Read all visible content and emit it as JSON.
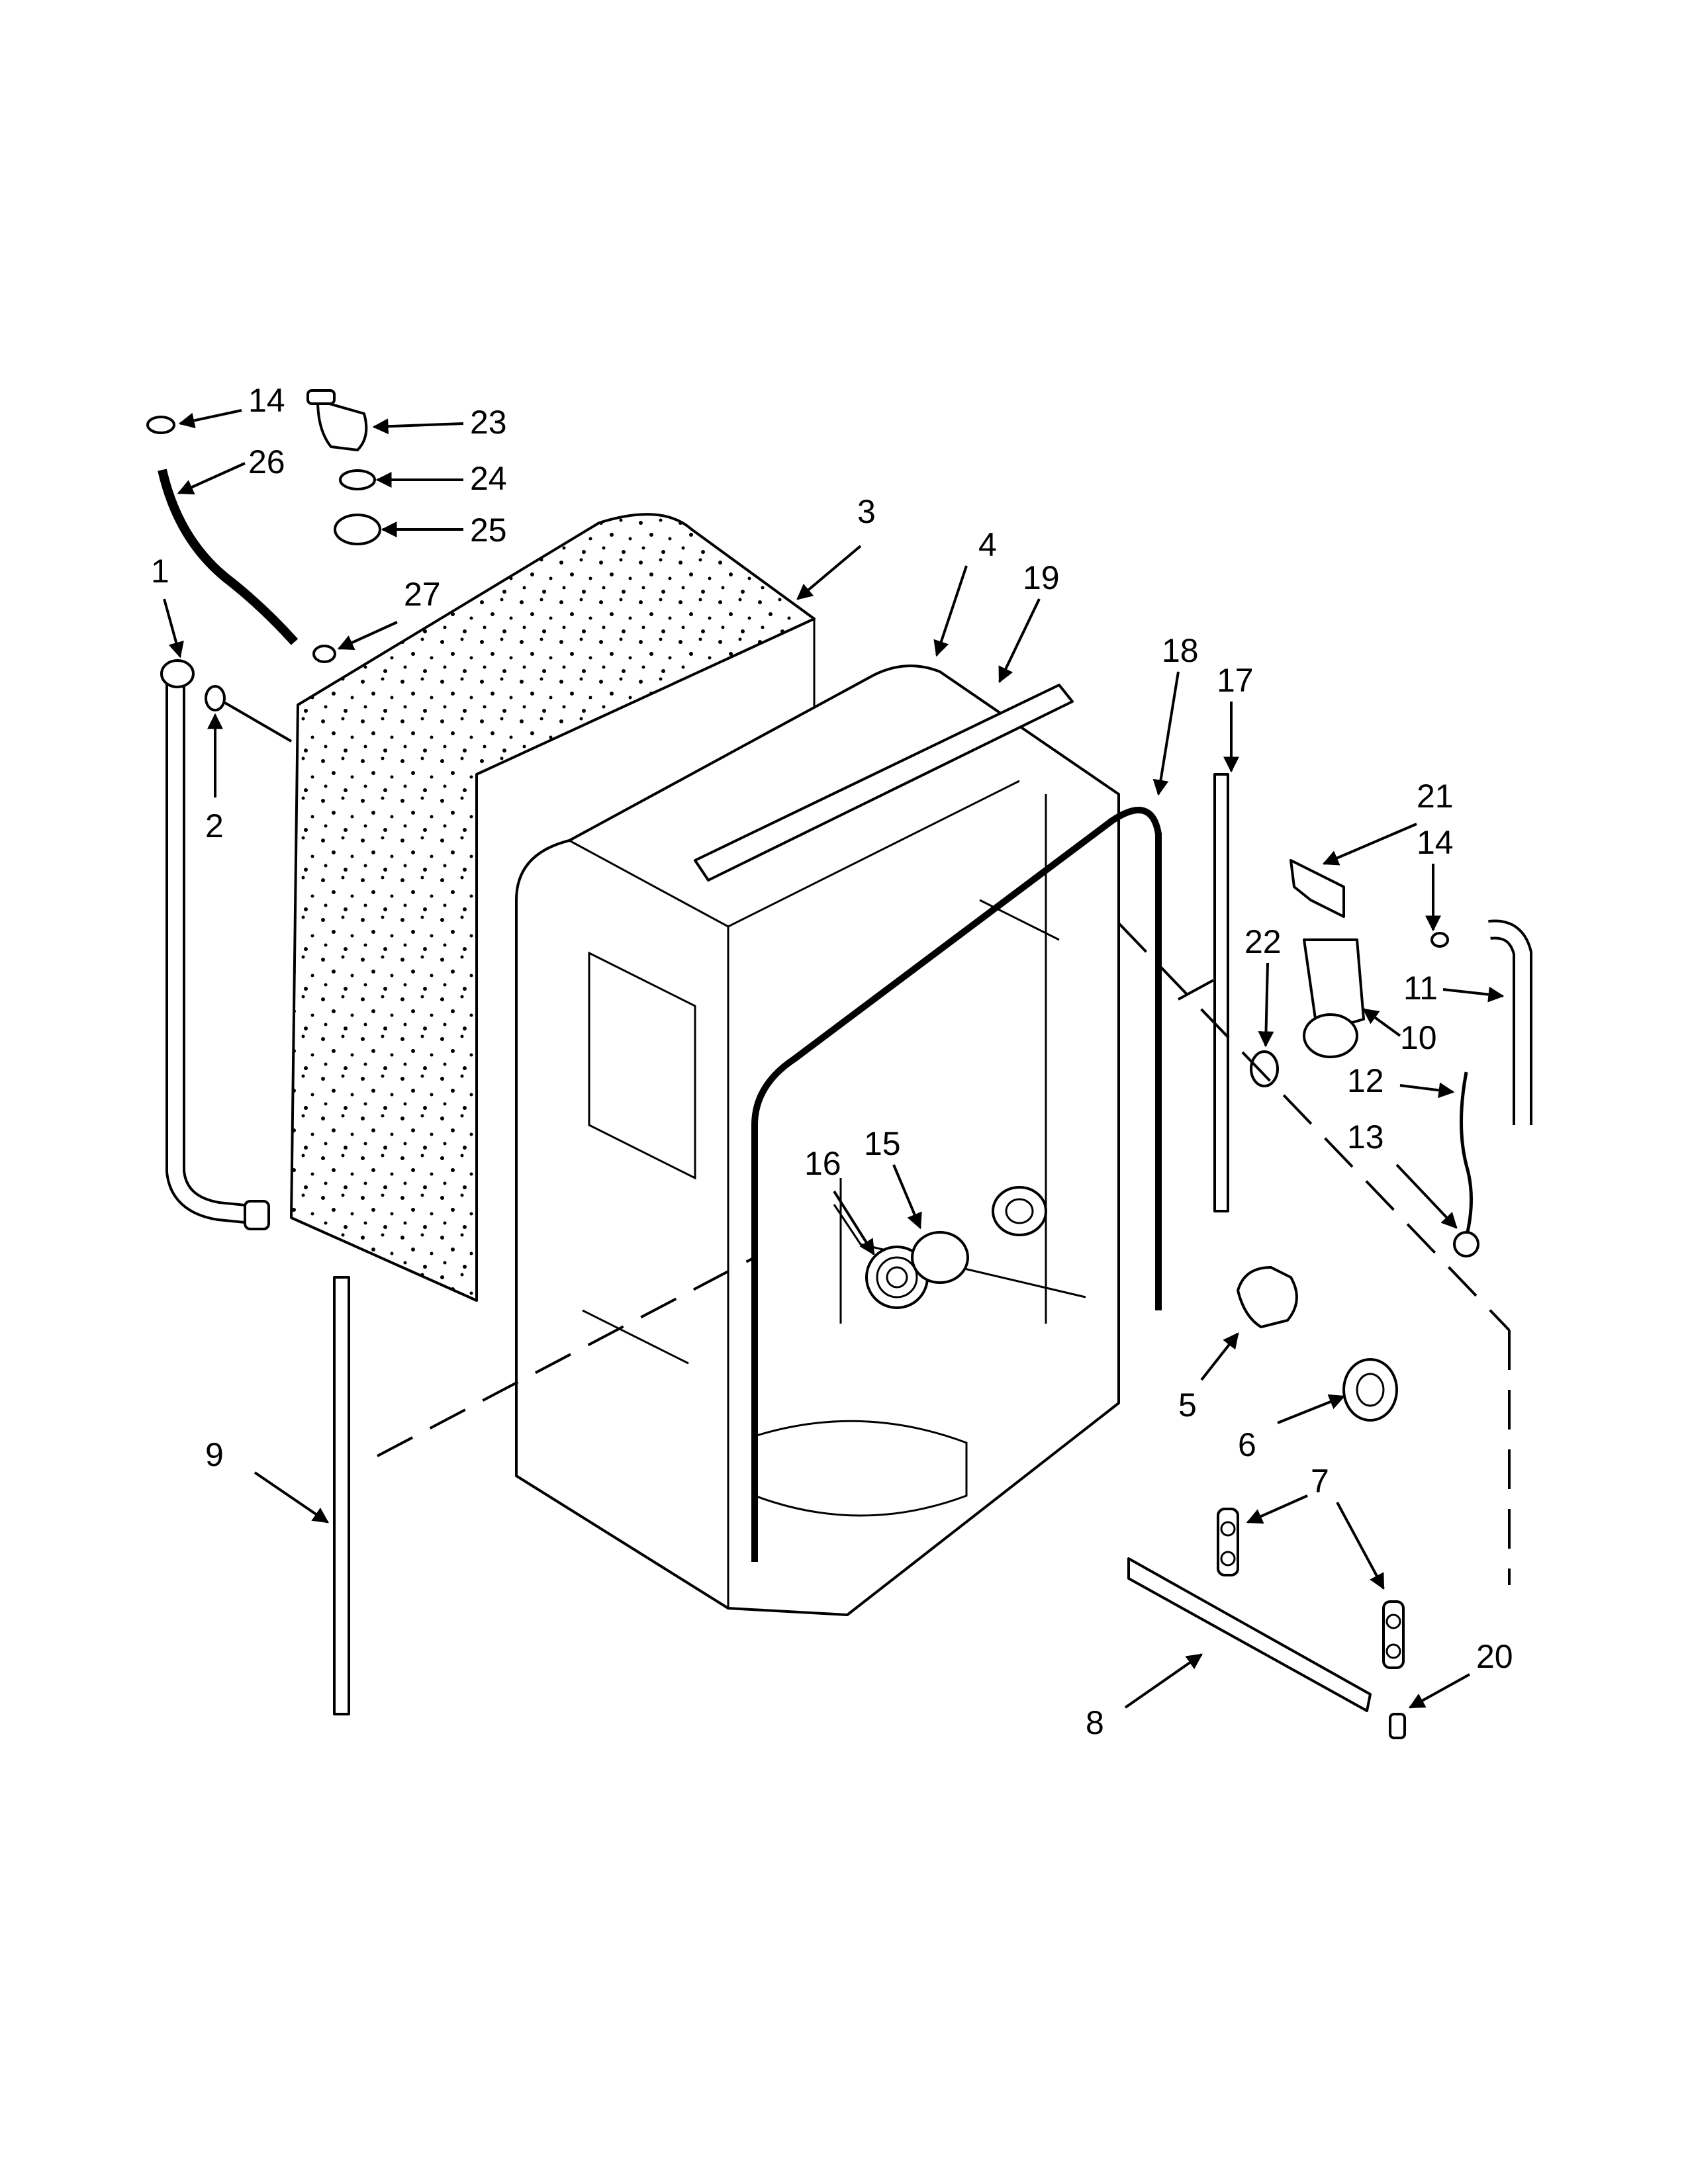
{
  "diagram": {
    "callouts": [
      {
        "id": "c14a",
        "label": "14"
      },
      {
        "id": "c23",
        "label": "23"
      },
      {
        "id": "c26",
        "label": "26"
      },
      {
        "id": "c24",
        "label": "24"
      },
      {
        "id": "c25",
        "label": "25"
      },
      {
        "id": "c3",
        "label": "3"
      },
      {
        "id": "c1",
        "label": "1"
      },
      {
        "id": "c27",
        "label": "27"
      },
      {
        "id": "c4",
        "label": "4"
      },
      {
        "id": "c19",
        "label": "19"
      },
      {
        "id": "c18",
        "label": "18"
      },
      {
        "id": "c17",
        "label": "17"
      },
      {
        "id": "c2",
        "label": "2"
      },
      {
        "id": "c21",
        "label": "21"
      },
      {
        "id": "c14b",
        "label": "14"
      },
      {
        "id": "c22",
        "label": "22"
      },
      {
        "id": "c11",
        "label": "11"
      },
      {
        "id": "c10",
        "label": "10"
      },
      {
        "id": "c12",
        "label": "12"
      },
      {
        "id": "c13",
        "label": "13"
      },
      {
        "id": "c16",
        "label": "16"
      },
      {
        "id": "c15",
        "label": "15"
      },
      {
        "id": "c5",
        "label": "5"
      },
      {
        "id": "c6",
        "label": "6"
      },
      {
        "id": "c9",
        "label": "9"
      },
      {
        "id": "c7",
        "label": "7"
      },
      {
        "id": "c20",
        "label": "20"
      },
      {
        "id": "c8",
        "label": "8"
      }
    ]
  }
}
